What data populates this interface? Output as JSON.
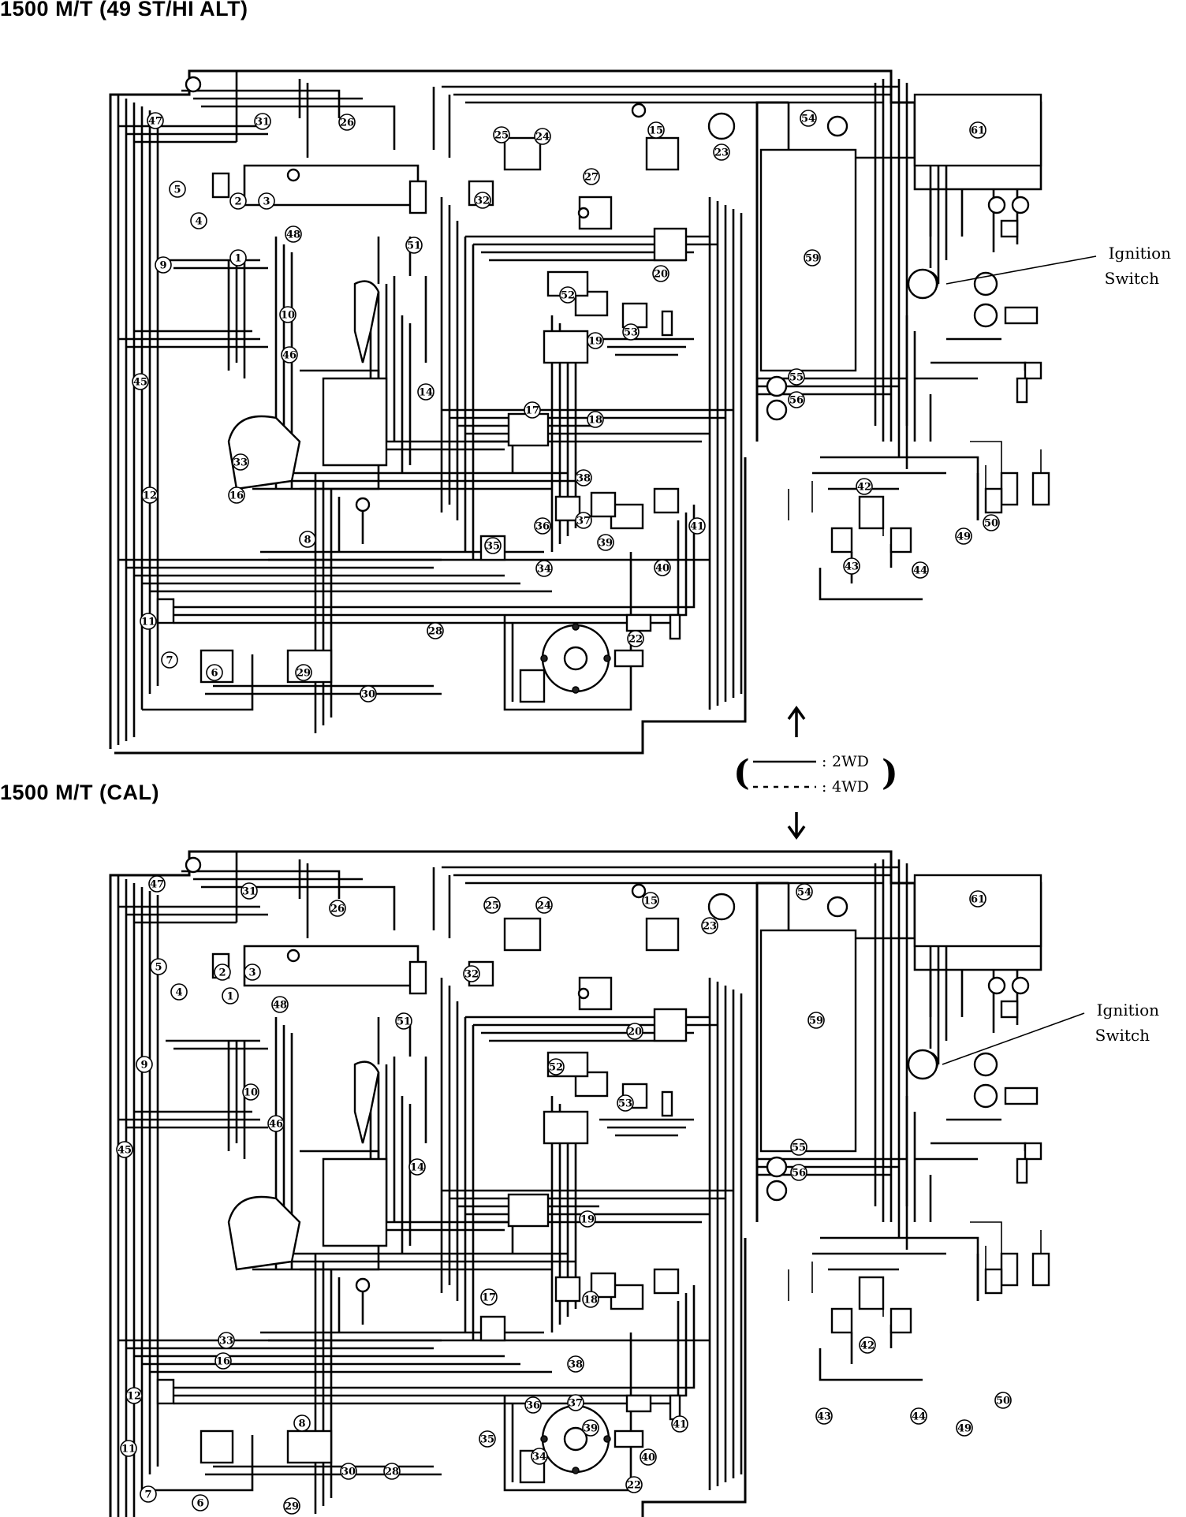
{
  "titles": {
    "top": "1500 M/T (49 ST/HI ALT)",
    "bottom": "1500 M/T (CAL)"
  },
  "annotations": {
    "ignition_switch": [
      "Ignition",
      "Switch"
    ]
  },
  "legend": {
    "solid_line_label": "2WD",
    "dashed_line_label": "4WD"
  },
  "callouts_top": [
    "1",
    "2",
    "3",
    "4",
    "5",
    "6",
    "7",
    "8",
    "9",
    "10",
    "11",
    "12",
    "14",
    "15",
    "16",
    "17",
    "18",
    "19",
    "20",
    "22",
    "23",
    "24",
    "25",
    "26",
    "27",
    "28",
    "29",
    "30",
    "31",
    "32",
    "33",
    "34",
    "35",
    "36",
    "37",
    "38",
    "39",
    "40",
    "41",
    "42",
    "43",
    "44",
    "45",
    "46",
    "47",
    "48",
    "49",
    "50",
    "51",
    "52",
    "53",
    "54",
    "55",
    "56",
    "59",
    "61"
  ],
  "callouts_bottom": [
    "1",
    "2",
    "3",
    "4",
    "5",
    "6",
    "7",
    "8",
    "9",
    "10",
    "11",
    "12",
    "14",
    "15",
    "16",
    "17",
    "18",
    "19",
    "20",
    "22",
    "23",
    "24",
    "25",
    "26",
    "28",
    "29",
    "30",
    "31",
    "32",
    "33",
    "34",
    "35",
    "36",
    "37",
    "38",
    "39",
    "40",
    "41",
    "42",
    "43",
    "44",
    "45",
    "46",
    "47",
    "48",
    "49",
    "50",
    "51",
    "52",
    "53",
    "54",
    "55",
    "56",
    "59",
    "61"
  ],
  "colors": {
    "ink": "#000000",
    "paper": "#ffffff"
  }
}
